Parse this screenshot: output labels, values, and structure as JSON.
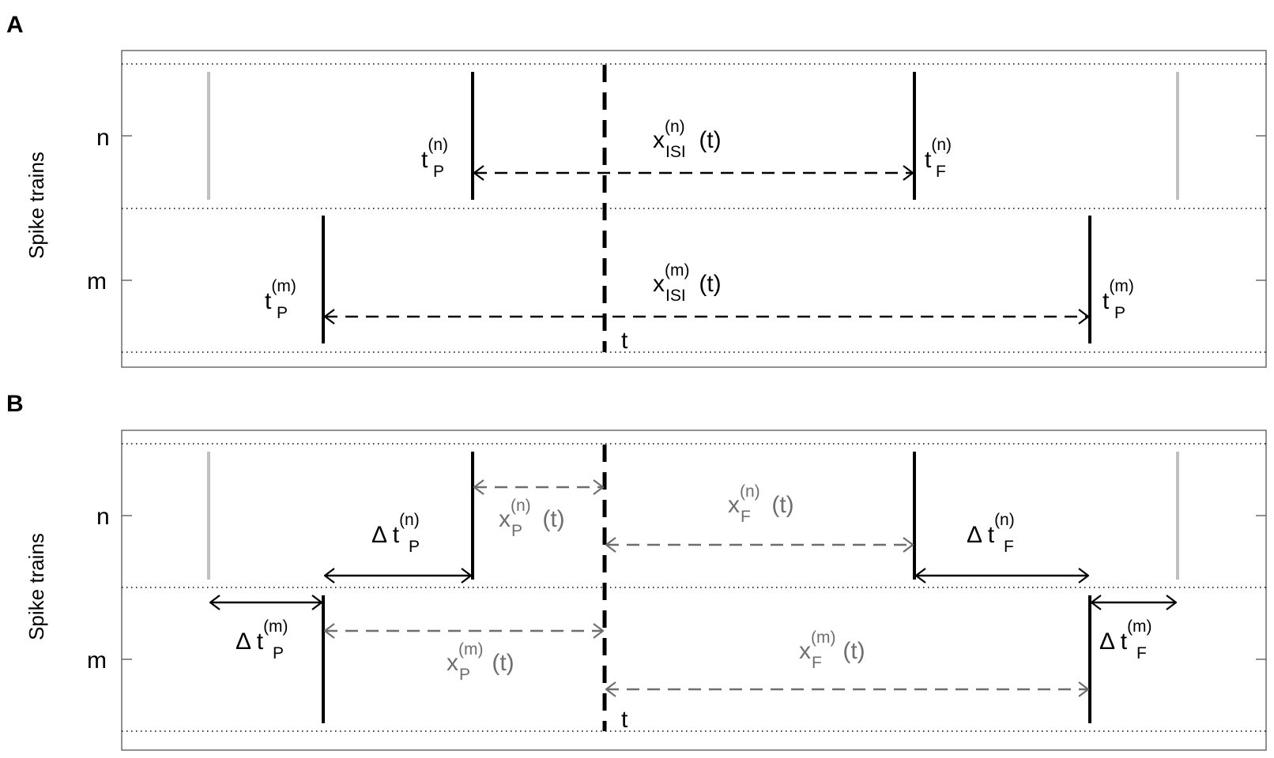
{
  "panels": [
    {
      "letter": "A",
      "ylabel": "Spike trains",
      "rows": [
        "n",
        "m"
      ],
      "time_label": "t",
      "annotations": [
        {
          "prefix": "",
          "base": "t",
          "sub": "P",
          "sup": "(n)",
          "suffix": "",
          "color": "black"
        },
        {
          "prefix": "",
          "base": "x",
          "sub": "ISI",
          "sup": "(n)",
          "suffix": " (t)",
          "color": "black"
        },
        {
          "prefix": "",
          "base": "t",
          "sub": "F",
          "sup": "(n)",
          "suffix": "",
          "color": "black"
        },
        {
          "prefix": "",
          "base": "t",
          "sub": "P",
          "sup": "(m)",
          "suffix": "",
          "color": "black"
        },
        {
          "prefix": "",
          "base": "x",
          "sub": "ISI",
          "sup": "(m)",
          "suffix": " (t)",
          "color": "black"
        },
        {
          "prefix": "",
          "base": "t",
          "sub": "P",
          "sup": "(m)",
          "suffix": "",
          "color": "black"
        }
      ]
    },
    {
      "letter": "B",
      "ylabel": "Spike trains",
      "rows": [
        "n",
        "m"
      ],
      "time_label": "t",
      "annotations": [
        {
          "prefix": "Δ ",
          "base": "t",
          "sub": "P",
          "sup": "(n)",
          "suffix": "",
          "color": "black"
        },
        {
          "prefix": "",
          "base": "x",
          "sub": "P",
          "sup": "(n)",
          "suffix": " (t)",
          "color": "gray"
        },
        {
          "prefix": "",
          "base": "x",
          "sub": "F",
          "sup": "(n)",
          "suffix": " (t)",
          "color": "gray"
        },
        {
          "prefix": "Δ ",
          "base": "t",
          "sub": "F",
          "sup": "(n)",
          "suffix": "",
          "color": "black"
        },
        {
          "prefix": "Δ ",
          "base": "t",
          "sub": "P",
          "sup": "(m)",
          "suffix": "",
          "color": "black"
        },
        {
          "prefix": "",
          "base": "x",
          "sub": "P",
          "sup": "(m)",
          "suffix": " (t)",
          "color": "gray"
        },
        {
          "prefix": "",
          "base": "x",
          "sub": "F",
          "sup": "(m)",
          "suffix": " (t)",
          "color": "gray"
        },
        {
          "prefix": "Δ ",
          "base": "t",
          "sub": "F",
          "sup": "(m)",
          "suffix": "",
          "color": "black"
        }
      ]
    }
  ],
  "colors": {
    "spike": "#000000",
    "spike_outside": "#c0c0c0",
    "arrow_black": "#000000",
    "arrow_gray": "#6e6e6e",
    "axis": "#555555"
  }
}
